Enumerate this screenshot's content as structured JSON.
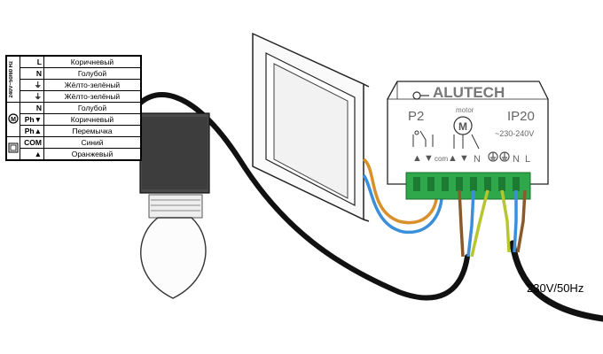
{
  "device": {
    "brand": "ALUTECH",
    "motor_label": "motor",
    "channel": "P2",
    "ip_rating": "IP20",
    "voltage_range": "~230-240V",
    "terminal_com": "com",
    "terminal_n": "N",
    "terminal_n2": "N",
    "terminal_l": "L"
  },
  "power_label": "230V/50Hz",
  "legend": {
    "supply_group_label": "240V~50/60 Hz",
    "rows": [
      {
        "pin": "L",
        "color": "Коричневый"
      },
      {
        "pin": "N",
        "color": "Голубой"
      },
      {
        "pin": "⏚",
        "color": "Жёлто-зелёный"
      },
      {
        "pin": "⏚",
        "color": "Жёлто-зелёный"
      },
      {
        "pin": "N",
        "color": "Голубой"
      },
      {
        "pin": "Ph▼",
        "color": "Коричневый"
      },
      {
        "pin": "Ph▲",
        "color": "Перемычка"
      },
      {
        "pin": "COM",
        "color": "Синий"
      },
      {
        "pin": "▲",
        "color": "Оранжевый"
      }
    ]
  }
}
